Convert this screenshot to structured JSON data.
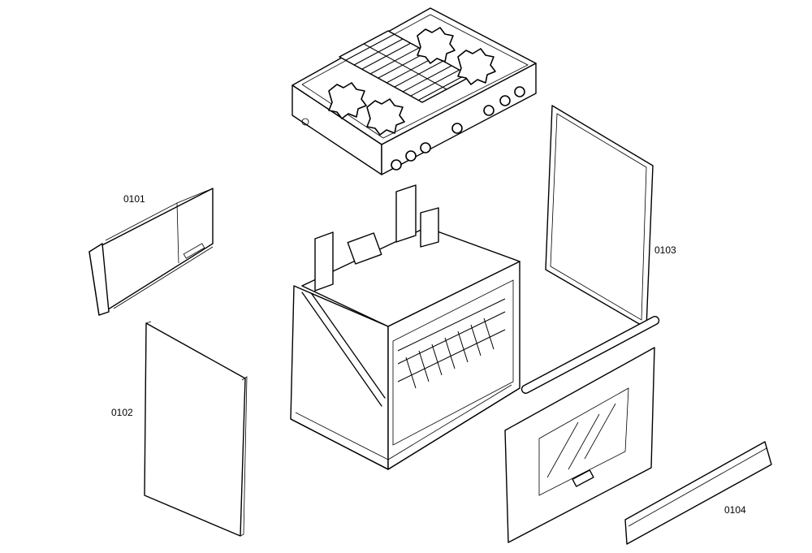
{
  "diagram": {
    "parts": [
      {
        "id": "0101",
        "label": "0101"
      },
      {
        "id": "0102",
        "label": "0102"
      },
      {
        "id": "0103",
        "label": "0103"
      },
      {
        "id": "0104",
        "label": "0104"
      }
    ]
  }
}
